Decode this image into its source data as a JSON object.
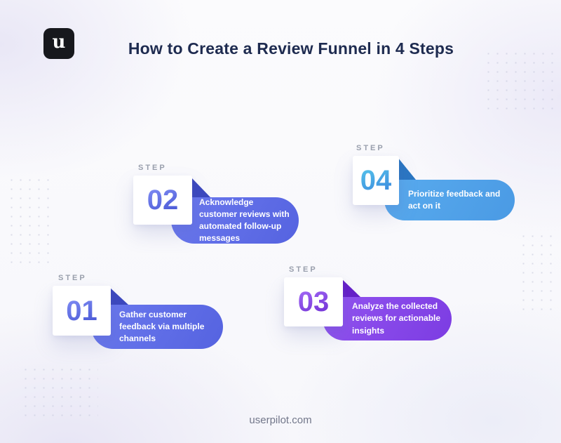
{
  "header": {
    "title": "How to Create a Review Funnel in 4 Steps",
    "logo_letter": "u"
  },
  "footer": {
    "site": "userpilot.com"
  },
  "steps": [
    {
      "label": "STEP",
      "number": "01",
      "text": "Gather customer feedback via multiple channels"
    },
    {
      "label": "STEP",
      "number": "02",
      "text": "Acknowledge customer reviews with automated follow-up messages"
    },
    {
      "label": "STEP",
      "number": "03",
      "text": "Analyze the collected reviews for actionable insights"
    },
    {
      "label": "STEP",
      "number": "04",
      "text": "Prioritize feedback and act on it"
    }
  ],
  "colors": {
    "title": "#1e2b50",
    "step_label": "#9aa0ad",
    "step1_bubble": "#5f6de6",
    "step2_bubble": "#5f6de6",
    "step3_bubble": "#8a4ced",
    "step4_bubble": "#54a6ea",
    "logo_background": "#17181d"
  }
}
